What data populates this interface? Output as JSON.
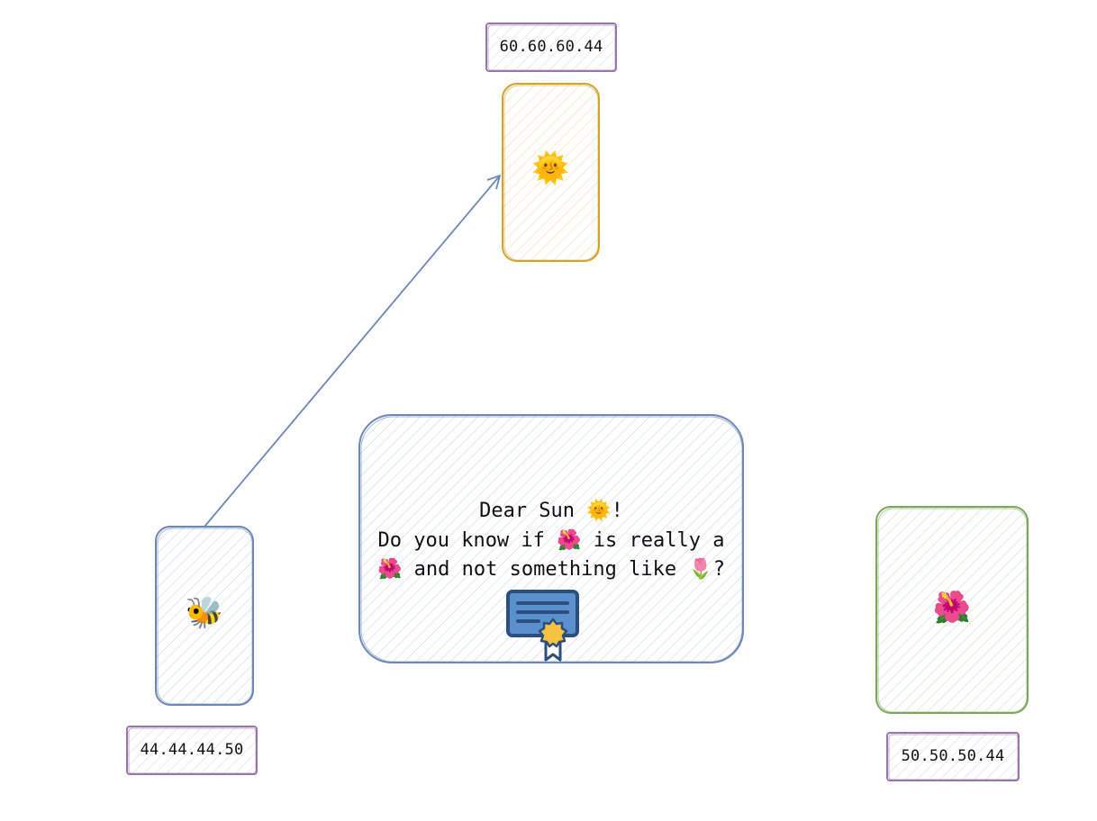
{
  "nodes": {
    "sun": {
      "emoji": "🌞",
      "ip": "60.60.60.44",
      "stroke": "#d4a32b"
    },
    "bee": {
      "emoji": "🐝",
      "ip": "44.44.44.50",
      "stroke": "#6d87b8"
    },
    "flower": {
      "emoji": "🌺",
      "ip": "50.50.50.44",
      "stroke": "#7ba85a"
    }
  },
  "message": {
    "line1": "Dear Sun 🌞!",
    "line2": "Do you know if 🌺 is really a",
    "line3": "🌺 and not something like 🌷?",
    "icon": "certificate-icon",
    "stroke": "#6d87b8"
  },
  "label_stroke": "#9b76ab",
  "arrow_color": "#6d87b8"
}
